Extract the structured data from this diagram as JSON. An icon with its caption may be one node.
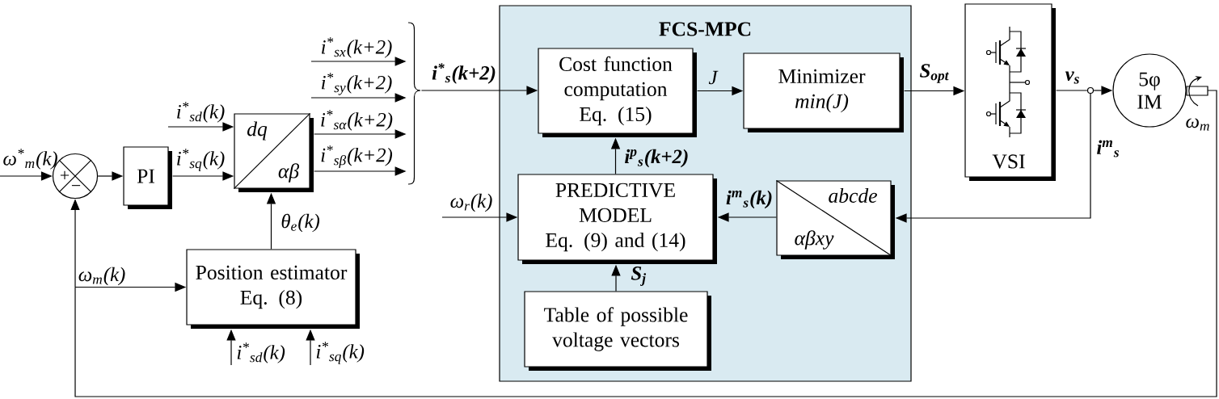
{
  "diagram": {
    "nodes": [
      {
        "text": [
          "+",
          "−"
        ]
      },
      {
        "text": [
          "PI"
        ]
      },
      {
        "text": [
          "dq",
          "αβ"
        ]
      },
      {
        "text": [
          "Position estimator",
          "Eq. (8)"
        ]
      },
      {
        "text": [],
        "shape": "brace"
      },
      {
        "text": [
          "FCS-MPC"
        ]
      },
      {
        "text": [
          "Cost function computation",
          "Eq. (15)"
        ],
        "in": 5
      },
      {
        "text": [
          "Minimizer",
          "min(J)"
        ],
        "in": 5
      },
      {
        "text": [
          "PREDICTIVE MODEL",
          "Eq. (9) and (14)"
        ],
        "in": 5
      },
      {
        "text": [
          "abcde",
          "αβxy"
        ],
        "in": 5
      },
      {
        "text": [
          "Table of possible voltage vectors"
        ],
        "in": 5
      },
      {
        "text": [
          "VSI"
        ]
      },
      {
        "text": [],
        "shape": "circle"
      },
      {
        "text": [
          "5φ IM"
        ],
        "beside": [
          "ω$_{m}$"
        ]
      }
    ],
    "edges": [
      {
        "from": null,
        "to": 0,
        "arrow": "to",
        "label": "ω$^{*}$$_{m}$(k)"
      },
      {
        "from": 0,
        "to": 1,
        "arrow": "to"
      },
      {
        "from": 1,
        "to": 2,
        "arrow": "to",
        "label": "i$^{*}$$_{sq}$(k)"
      },
      {
        "from": null,
        "to": 2,
        "arrow": "to",
        "label": "i$^{*}$$_{sd}$(k)"
      },
      {
        "from": 3,
        "to": 2,
        "arrow": "to",
        "label": "θ$_{e}$(k)"
      },
      {
        "from": null,
        "to": 4,
        "arrow": "to",
        "label": "i$^{*}$$_{sx}$(k+2)"
      },
      {
        "from": null,
        "to": 4,
        "arrow": "to",
        "label": "i$^{*}$$_{sy}$(k+2)"
      },
      {
        "from": 2,
        "to": 4,
        "arrow": "to",
        "label": "i$^{*}$$_{sα}$(k+2)"
      },
      {
        "from": 2,
        "to": 4,
        "arrow": "to",
        "label": "i$^{*}$$_{sβ}$(k+2)"
      },
      {
        "from": 4,
        "to": 6,
        "arrow": "to",
        "label": "i$^{*}$$_{s}$(k+2)"
      },
      {
        "from": 6,
        "to": 7,
        "arrow": "to",
        "label": "J"
      },
      {
        "from": 8,
        "to": 6,
        "arrow": "to",
        "label": "i$^{p}$$_{s}$(k+2)"
      },
      {
        "from": null,
        "to": 8,
        "arrow": "to",
        "label": "ω$_{r}$(k)"
      },
      {
        "from": 10,
        "to": 8,
        "arrow": "to",
        "label": "S$_{j}$"
      },
      {
        "from": 9,
        "to": 8,
        "arrow": "to",
        "label": "i$^{m}$$_{s}$(k)"
      },
      {
        "from": 7,
        "to": 11,
        "arrow": "to",
        "label": "S$_{opt}$"
      },
      {
        "from": 11,
        "to": 12,
        "arrow": "none",
        "label": "v$_{s}$"
      },
      {
        "from": 12,
        "to": 13,
        "arrow": "to"
      },
      {
        "from": 12,
        "to": 9,
        "arrow": "to",
        "label": "i$^{m}$$_{s}$"
      },
      {
        "from": 13,
        "to": 0,
        "arrow": "to"
      },
      {
        "from": 13,
        "to": 3,
        "arrow": "to",
        "label": "ω$_{m}$(k)"
      },
      {
        "from": null,
        "to": 3,
        "arrow": "to",
        "label": "i$^{*}$$_{sd}$(k)"
      },
      {
        "from": null,
        "to": 3,
        "arrow": "to",
        "label": "i$^{*}$$_{sq}$(k)"
      }
    ]
  }
}
